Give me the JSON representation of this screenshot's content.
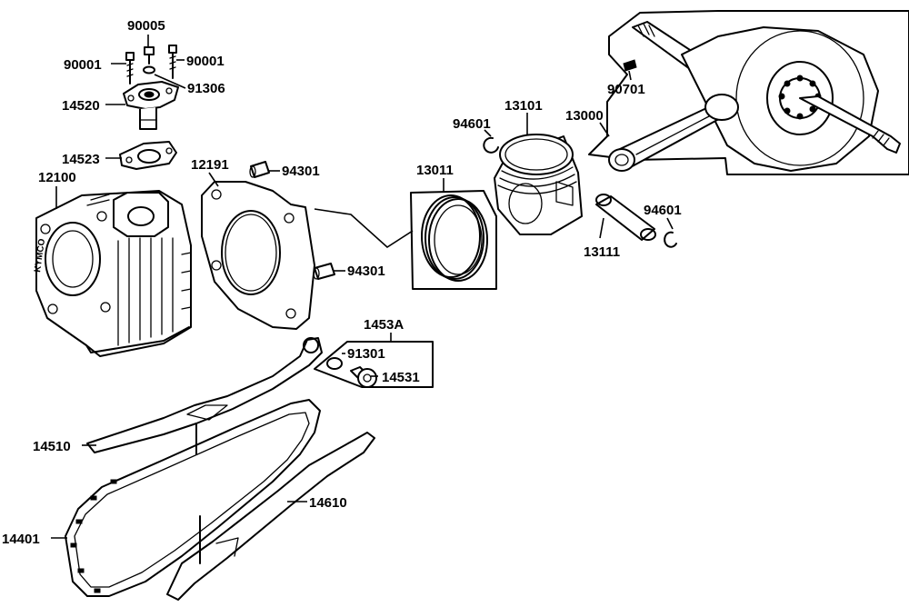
{
  "diagram": {
    "labels": {
      "p90005": "90005",
      "p90001_left": "90001",
      "p90001_right": "90001",
      "p91306": "91306",
      "p14520": "14520",
      "p14523": "14523",
      "p12100": "12100",
      "p12191": "12191",
      "p94301_top": "94301",
      "p94301_bottom": "94301",
      "p13011": "13011",
      "p94601_top": "94601",
      "p13101": "13101",
      "p90701": "90701",
      "p13000": "13000",
      "p94601_right": "94601",
      "p13111": "13111",
      "p1453A": "1453A",
      "p91301": "91301",
      "p14531": "14531",
      "p14510": "14510",
      "p14610": "14610",
      "p14401": "14401"
    },
    "cylinder_brand": "KYMCO"
  }
}
